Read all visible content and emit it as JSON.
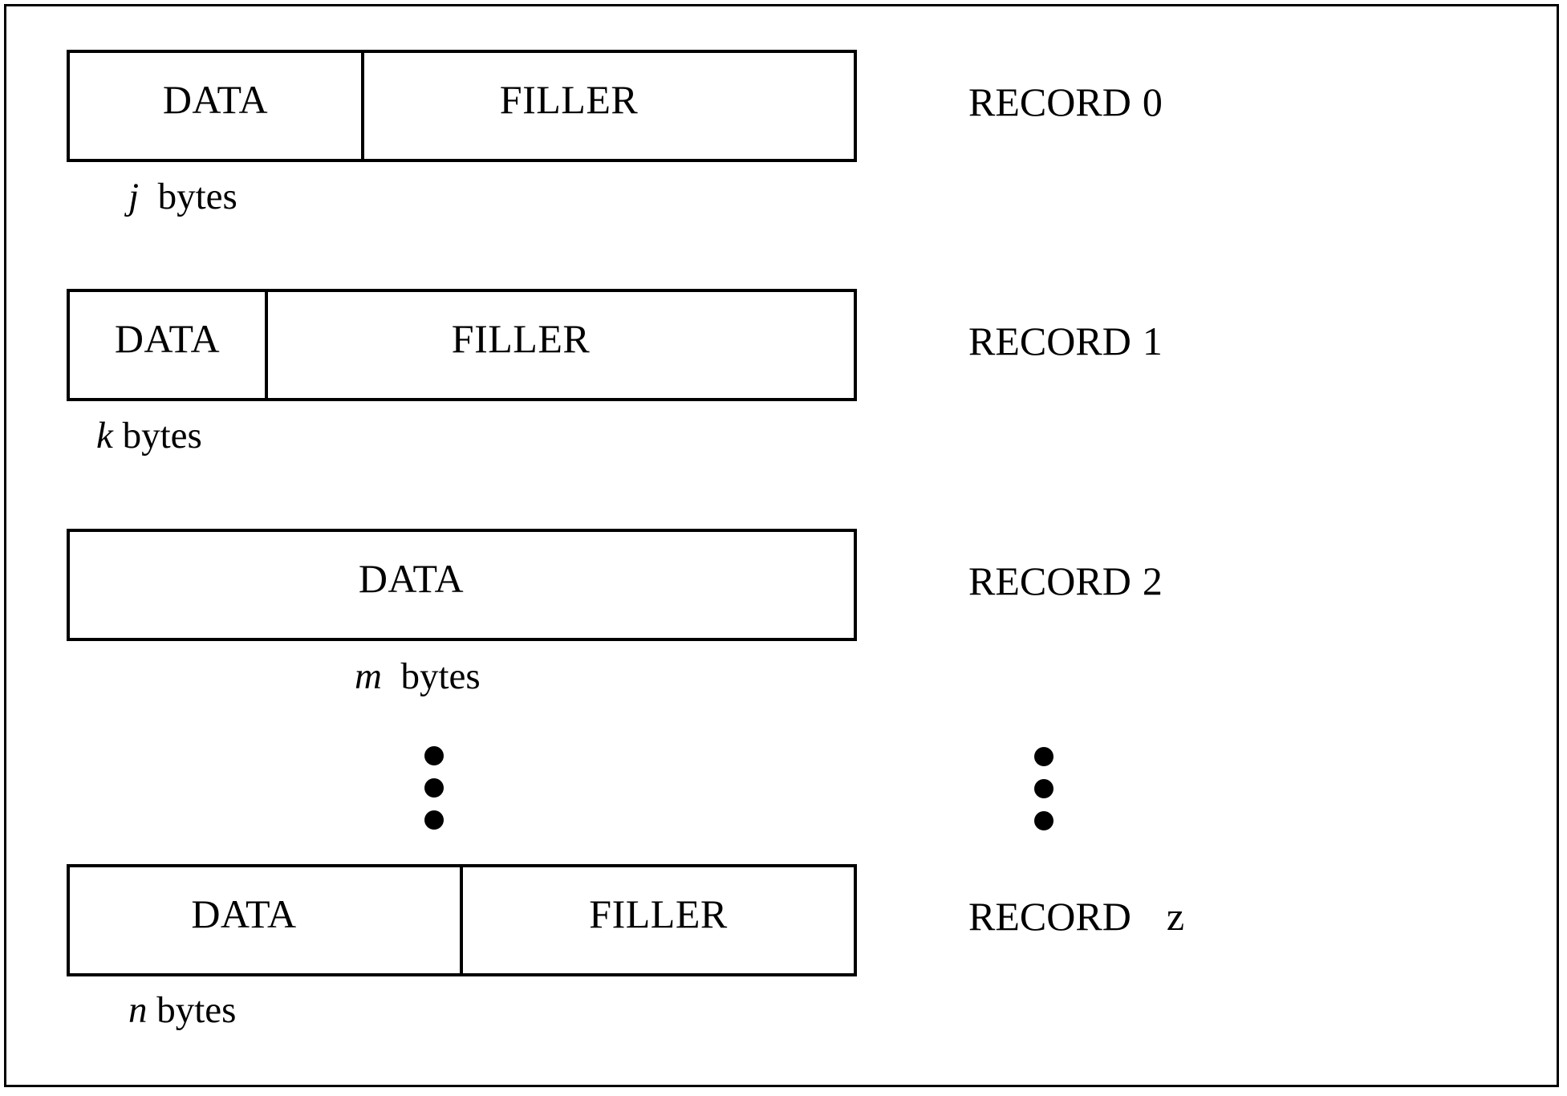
{
  "records": [
    {
      "data_label": "DATA",
      "filler_label": "FILLER",
      "size_var": "j",
      "size_unit": "bytes",
      "record_word": "RECORD",
      "record_id": "0"
    },
    {
      "data_label": "DATA",
      "filler_label": "FILLER",
      "size_var": "k",
      "size_unit": "bytes",
      "record_word": "RECORD",
      "record_id": "1"
    },
    {
      "data_label": "DATA",
      "size_var": "m",
      "size_unit": "bytes",
      "record_word": "RECORD",
      "record_id": "2"
    },
    {
      "data_label": "DATA",
      "filler_label": "FILLER",
      "size_var": "n",
      "size_unit": "bytes",
      "record_word": "RECORD",
      "record_id": "z"
    }
  ]
}
